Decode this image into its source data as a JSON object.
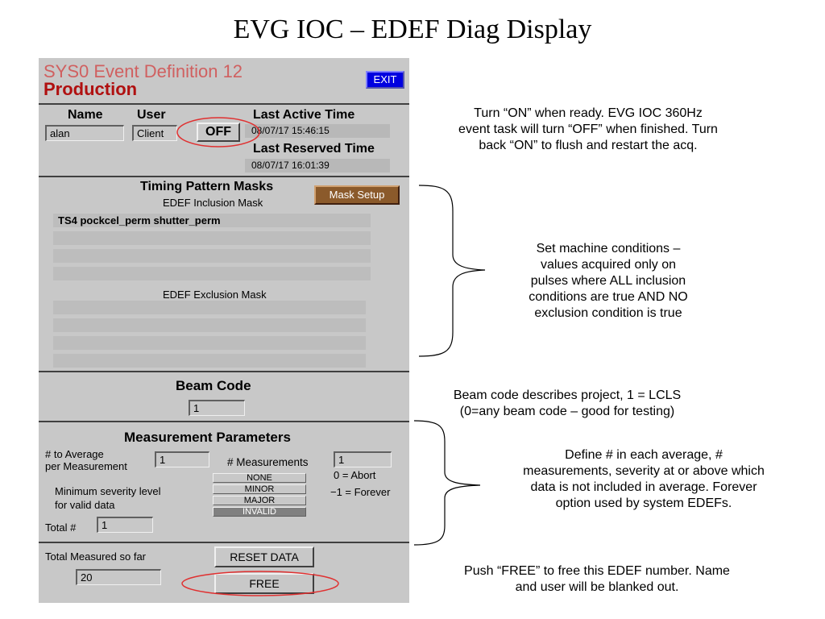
{
  "slide_title": "EVG IOC – EDEF Diag Display",
  "panel": {
    "title": "SYS0 Event Definition 12",
    "subtitle": "Production",
    "exit_label": "EXIT",
    "name_header": "Name",
    "user_header": "User",
    "name_value": "alan",
    "user_value": "Client",
    "toggle_label": "OFF",
    "last_active_label": "Last Active Time",
    "last_active_value": "08/07/17 15:46:15",
    "last_reserved_label": "Last Reserved Time",
    "last_reserved_value": "08/07/17 16:01:39",
    "masks_title": "Timing Pattern Masks",
    "mask_setup_label": "Mask Setup",
    "inclusion_label": "EDEF Inclusion Mask",
    "inclusion_rows": [
      "TS4 pockcel_perm shutter_perm",
      "",
      "",
      ""
    ],
    "exclusion_label": "EDEF Exclusion Mask",
    "exclusion_rows": [
      "",
      "",
      "",
      ""
    ],
    "beam_code_label": "Beam Code",
    "beam_code_value": "1",
    "meas_title": "Measurement Parameters",
    "to_average_label_1": "# to Average",
    "to_average_label_2": "per Measurement",
    "to_average_value": "1",
    "measurements_label": "# Measurements",
    "measurements_value": "1",
    "abort_note": "0 = Abort",
    "forever_note": "−1 = Forever",
    "severity_label_1": "Minimum severity level",
    "severity_label_2": "for valid data",
    "severity_options": [
      "NONE",
      "MINOR",
      "MAJOR",
      "INVALID"
    ],
    "severity_selected": "INVALID",
    "total_label": "Total #",
    "total_value": "1",
    "total_measured_label": "Total Measured so far",
    "total_measured_value": "20",
    "reset_label": "RESET DATA",
    "free_label": "FREE"
  },
  "annotations": {
    "toggle_note": [
      "Turn “ON” when ready.  EVG IOC 360Hz",
      "event task will turn “OFF” when finished.  Turn",
      "back “ON” to flush and restart the acq."
    ],
    "mask_note": [
      "Set machine conditions –",
      "values acquired only  on",
      "pulses where ALL inclusion",
      "conditions are true AND NO",
      "exclusion condition is true"
    ],
    "beam_note": [
      "Beam code describes project, 1 = LCLS",
      "(0=any beam code – good for testing)"
    ],
    "meas_note": [
      "Define # in each average, #",
      "measurements, severity at or above which",
      "data is not included in average.  Forever",
      "option used by system EDEFs."
    ],
    "free_note": [
      "Push “FREE” to free this EDEF number.  Name",
      "and user will be blanked out."
    ]
  },
  "colors": {
    "panel_bg": "#c8c8c8",
    "title_red": "#d06060",
    "subtitle_red": "#b01010",
    "exit_blue": "#0000e0",
    "mask_setup_brown": "#8b5a2b",
    "highlight_ellipse": "#e03030"
  }
}
